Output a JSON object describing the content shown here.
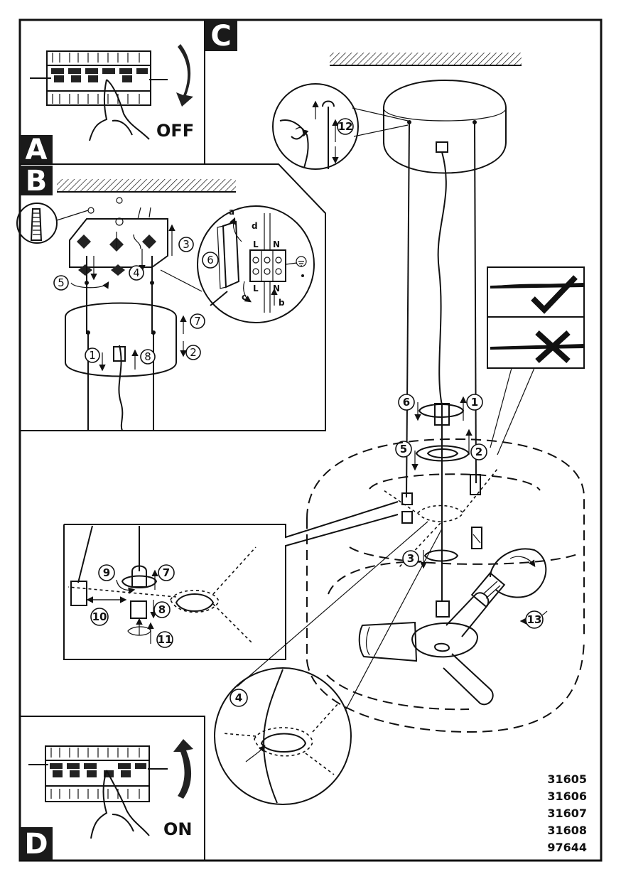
{
  "sections": {
    "a": "A",
    "b": "B",
    "c": "C",
    "d": "D"
  },
  "labels": {
    "off": "OFF",
    "on": "ON"
  },
  "wiring_labels": {
    "a": "a",
    "b": "b",
    "c": "c",
    "d": "d",
    "live": "L",
    "neutral": "N"
  },
  "steps_b": [
    "3",
    "4",
    "5",
    "6",
    "7",
    "1",
    "8",
    "2"
  ],
  "steps_c": [
    "12",
    "6",
    "1",
    "5",
    "2",
    "3",
    "13"
  ],
  "steps_detail": [
    "9",
    "7",
    "10",
    "8",
    "11"
  ],
  "steps_zoom": [
    "4"
  ],
  "model_numbers": [
    "31605",
    "31606",
    "31607",
    "31608",
    "97644"
  ]
}
